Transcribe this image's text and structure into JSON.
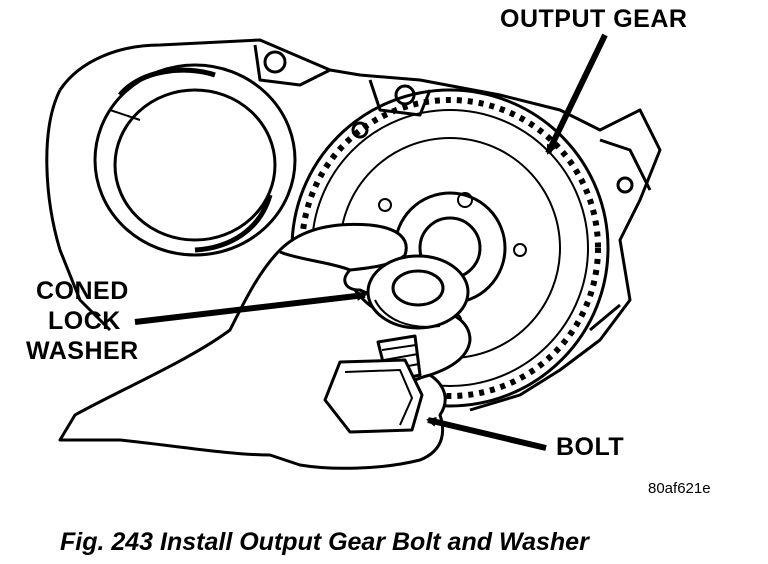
{
  "labels": {
    "output_gear": "OUTPUT GEAR",
    "coned_lock_washer": [
      "CONED",
      "LOCK",
      "WASHER"
    ],
    "bolt": "BOLT"
  },
  "reference_code": "80af621e",
  "caption": "Fig. 243 Install Output Gear Bolt and Washer"
}
